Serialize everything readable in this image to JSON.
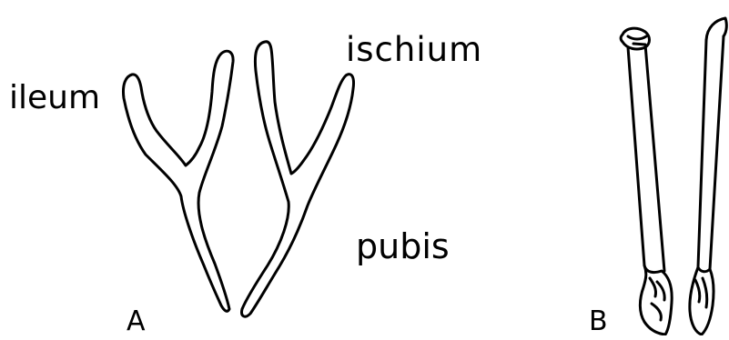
{
  "labels": {
    "ileum": "ileum",
    "ischium": "ischium",
    "pubis": "pubis",
    "panel_a": "A",
    "panel_b": "B"
  },
  "colors": {
    "ink": "#000000",
    "background": "#ffffff"
  }
}
